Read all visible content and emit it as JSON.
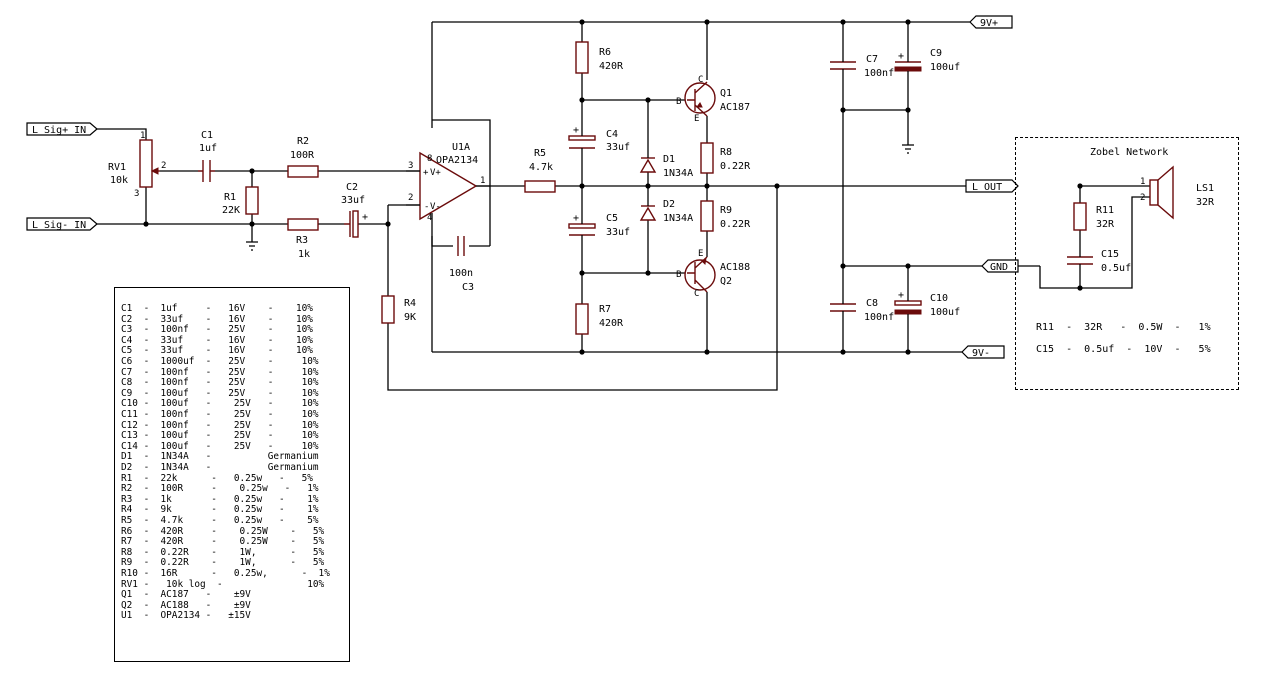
{
  "labels": {
    "sig_plus": "L Sig+ IN",
    "sig_minus": "L Sig- IN",
    "vplus": "9V+",
    "vminus": "9V-",
    "lout": "L OUT",
    "gnd": "GND",
    "zobel_title": "Zobel Network"
  },
  "components": {
    "RV1": {
      "ref": "RV1",
      "value": "10k"
    },
    "C1": {
      "ref": "C1",
      "value": "1uf"
    },
    "R1": {
      "ref": "R1",
      "value": "22K"
    },
    "R2": {
      "ref": "R2",
      "value": "100R"
    },
    "R3": {
      "ref": "R3",
      "value": "1k"
    },
    "C2": {
      "ref": "C2",
      "value": "33uf"
    },
    "R4": {
      "ref": "R4",
      "value": "9K"
    },
    "U1A": {
      "ref": "U1A",
      "value": "OPA2134"
    },
    "C3": {
      "ref": "C3",
      "value": "100n"
    },
    "R5": {
      "ref": "R5",
      "value": "4.7k"
    },
    "R6": {
      "ref": "R6",
      "value": "420R"
    },
    "R7": {
      "ref": "R7",
      "value": "420R"
    },
    "C4": {
      "ref": "C4",
      "value": "33uf"
    },
    "C5": {
      "ref": "C5",
      "value": "33uf"
    },
    "D1": {
      "ref": "D1",
      "value": "1N34A"
    },
    "D2": {
      "ref": "D2",
      "value": "1N34A"
    },
    "Q1": {
      "ref": "Q1",
      "value": "AC187"
    },
    "Q2": {
      "ref": "Q2",
      "value": "AC188"
    },
    "R8": {
      "ref": "R8",
      "value": "0.22R"
    },
    "R9": {
      "ref": "R9",
      "value": "0.22R"
    },
    "C7": {
      "ref": "C7",
      "value": "100nf"
    },
    "C8": {
      "ref": "C8",
      "value": "100nf"
    },
    "C9": {
      "ref": "C9",
      "value": "100uf"
    },
    "C10": {
      "ref": "C10",
      "value": "100uf"
    },
    "R11": {
      "ref": "R11",
      "value": "32R"
    },
    "C15": {
      "ref": "C15",
      "value": "0.5uf"
    },
    "LS1": {
      "ref": "LS1",
      "value": "32R"
    }
  },
  "pins": {
    "rv1_1": "1",
    "rv1_2": "2",
    "rv1_3": "3",
    "u_3": "3",
    "u_2": "2",
    "u_1": "1",
    "u_plus": "+",
    "u_minus": "-",
    "u_vp": "V+",
    "u_vm": "V-",
    "u_8": "8",
    "u_4": "4",
    "ls_1": "1",
    "ls_2": "2",
    "q_b": "B",
    "q_c": "C",
    "q_e": "E",
    "cap_plus": "+"
  },
  "bom": [
    "C1  -  1uf     -   16V    -    10%",
    "C2  -  33uf    -   16V    -    10%",
    "C3  -  100nf   -   25V    -    10%",
    "C4  -  33uf    -   16V    -    10%",
    "C5  -  33uf    -   16V    -    10%",
    "C6  -  1000uf  -   25V    -     10%",
    "C7  -  100nf   -   25V    -     10%",
    "C8  -  100nf   -   25V    -     10%",
    "C9  -  100uf   -   25V    -     10%",
    "C10 -  100uf   -    25V   -     10%",
    "C11 -  100nf   -    25V   -     10%",
    "C12 -  100nf   -    25V   -     10%",
    "C13 -  100uf   -    25V   -     10%",
    "C14 -  100uf   -    25V   -     10%",
    "D1  -  1N34A   -          Germanium",
    "D2  -  1N34A   -          Germanium",
    "R1  -  22k      -   0.25w   -   5%",
    "R2  -  100R     -    0.25w   -   1%",
    "R3  -  1k       -   0.25w   -    1%",
    "R4  -  9k       -   0.25w   -    1%",
    "R5  -  4.7k     -   0.25w   -    5%",
    "R6  -  420R     -    0.25W    -   5%",
    "R7  -  420R     -    0.25W    -   5%",
    "R8  -  0.22R    -    1W,      -   5%",
    "R9  -  0.22R    -    1W,      -   5%",
    "R10 -  16R      -   0.25w,      -  1%",
    "RV1 -   10k log  -               10%",
    "Q1  -  AC187   -    ±9V",
    "Q2  -  AC188   -    ±9V",
    "U1  -  OPA2134 -   ±15V"
  ],
  "zobel_specs": [
    "R11  -  32R   -  0.5W  -   1%",
    "C15  -  0.5uf  -  10V  -   5%"
  ]
}
